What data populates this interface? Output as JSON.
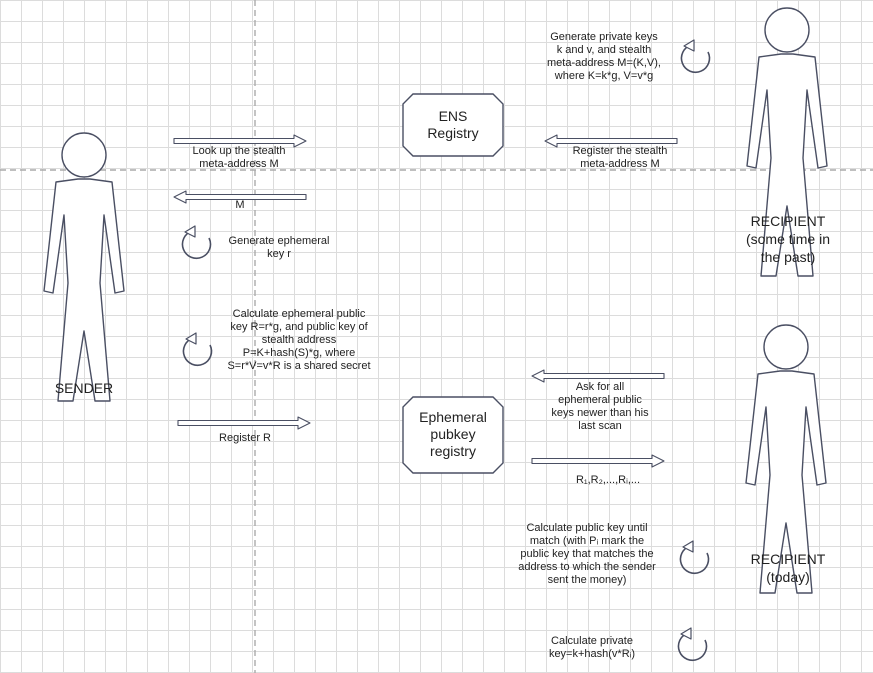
{
  "actors": {
    "sender": "SENDER",
    "recipient_past": "RECIPIENT\n(some time in\nthe past)",
    "recipient_today": "RECIPIENT\n(today)"
  },
  "registries": {
    "ens": "ENS\nRegistry",
    "ephemeral": "Ephemeral\npubkey\nregistry"
  },
  "labels": {
    "generate_private_keys": "Generate private keys\nk and v, and stealth\nmeta-address M=(K,V),\nwhere K=k*g, V=v*g",
    "register_stealth": "Register the stealth\nmeta-address M",
    "look_up_stealth": "Look up the stealth\nmeta-address M",
    "m_reply": "M",
    "generate_ephemeral": "Generate ephemeral\nkey r",
    "calculate_ephemeral": "Calculate ephemeral public\nkey R=r*g, and public key of\nstealth address\nP=K+hash(S)*g, where\nS=r*V=v*R is a shared secret",
    "register_r": "Register R",
    "ask_for_keys": "Ask for all\nephemeral public\nkeys newer than his\nlast scan",
    "r_list": "R₁,R₂,...,Rᵢ,...",
    "calculate_until_match": "Calculate public key until\nmatch (with Pᵢ mark the\npublic key that matches the\naddress to which the sender\nsent the money)",
    "calculate_private": "Calculate private\nkey=k+hash(v*Rᵢ)"
  },
  "colors": {
    "stroke": "#4a4f63",
    "grid": "#dcdcdc",
    "guide": "#b0b0b0"
  }
}
